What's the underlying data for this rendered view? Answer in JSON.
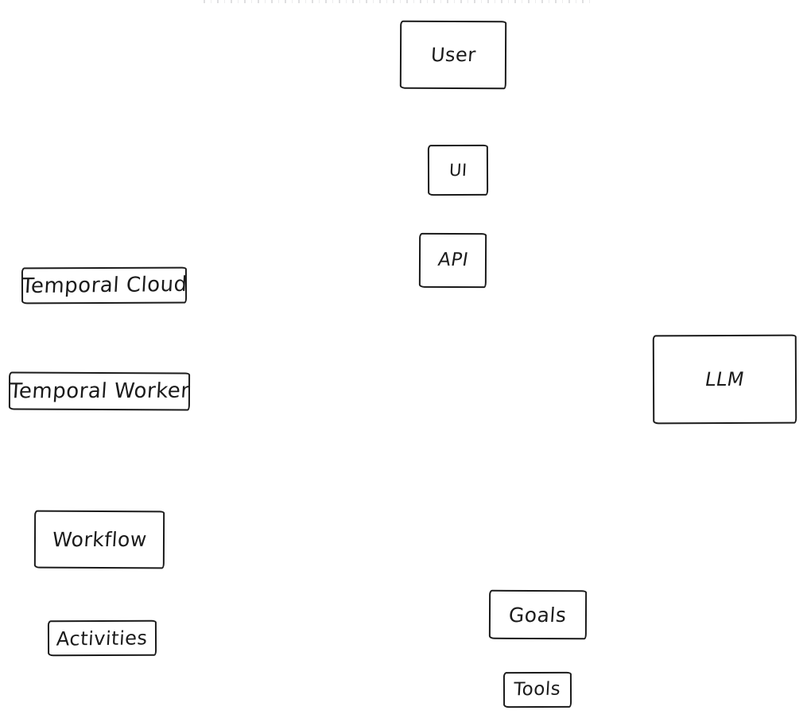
{
  "diagram": {
    "background_color": "#ffffff",
    "stroke_color": "#1b1b1b",
    "node_fill_color": "#ffffff",
    "nodes": [
      {
        "id": "user",
        "label": "User"
      },
      {
        "id": "ui",
        "label": "UI"
      },
      {
        "id": "api",
        "label": "API"
      },
      {
        "id": "temporal-cloud",
        "label": "Temporal Cloud"
      },
      {
        "id": "temporal-worker",
        "label": "Temporal Worker"
      },
      {
        "id": "llm",
        "label": "LLM"
      },
      {
        "id": "workflow",
        "label": "Workflow"
      },
      {
        "id": "activities",
        "label": "Activities"
      },
      {
        "id": "goals",
        "label": "Goals"
      },
      {
        "id": "tools",
        "label": "Tools"
      }
    ]
  }
}
